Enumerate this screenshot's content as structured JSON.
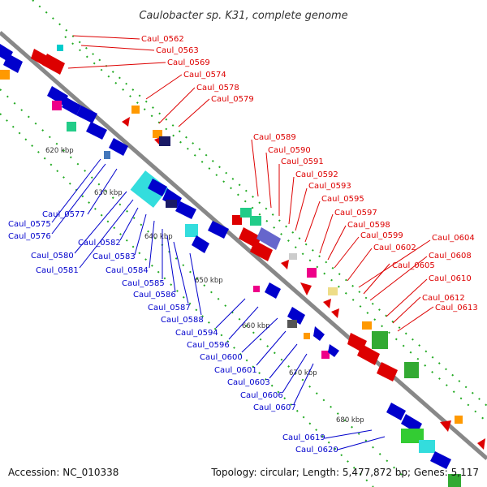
{
  "title": "Caulobacter sp. K31, complete genome",
  "footer": {
    "accession": "Accession: NC_010338",
    "summary": "Topology: circular; Length: 5,477,872 bp; Genes: 5,117"
  },
  "colors": {
    "backbone": "#888888",
    "forward": "#dd0000",
    "reverse": "#0000cc",
    "tick": "#22aa22"
  },
  "scale_labels": [
    "620 kbp",
    "630 kbp",
    "640 kbp",
    "650 kbp",
    "660 kbp",
    "670 kbp",
    "680 kbp"
  ],
  "forward_genes": [
    "Caul_0562",
    "Caul_0563",
    "Caul_0569",
    "Caul_0574",
    "Caul_0578",
    "Caul_0579",
    "Caul_0589",
    "Caul_0590",
    "Caul_0591",
    "Caul_0592",
    "Caul_0593",
    "Caul_0595",
    "Caul_0597",
    "Caul_0598",
    "Caul_0599",
    "Caul_0602",
    "Caul_0604",
    "Caul_0605",
    "Caul_0608",
    "Caul_0610",
    "Caul_0612",
    "Caul_0613"
  ],
  "reverse_genes": [
    "Caul_0575",
    "Caul_0576",
    "Caul_0577",
    "Caul_0580",
    "Caul_0581",
    "Caul_0582",
    "Caul_0583",
    "Caul_0584",
    "Caul_0585",
    "Caul_0586",
    "Caul_0587",
    "Caul_0588",
    "Caul_0594",
    "Caul_0596",
    "Caul_0600",
    "Caul_0601",
    "Caul_0603",
    "Caul_0606",
    "Caul_0607",
    "Caul_0619",
    "Caul_0620"
  ]
}
